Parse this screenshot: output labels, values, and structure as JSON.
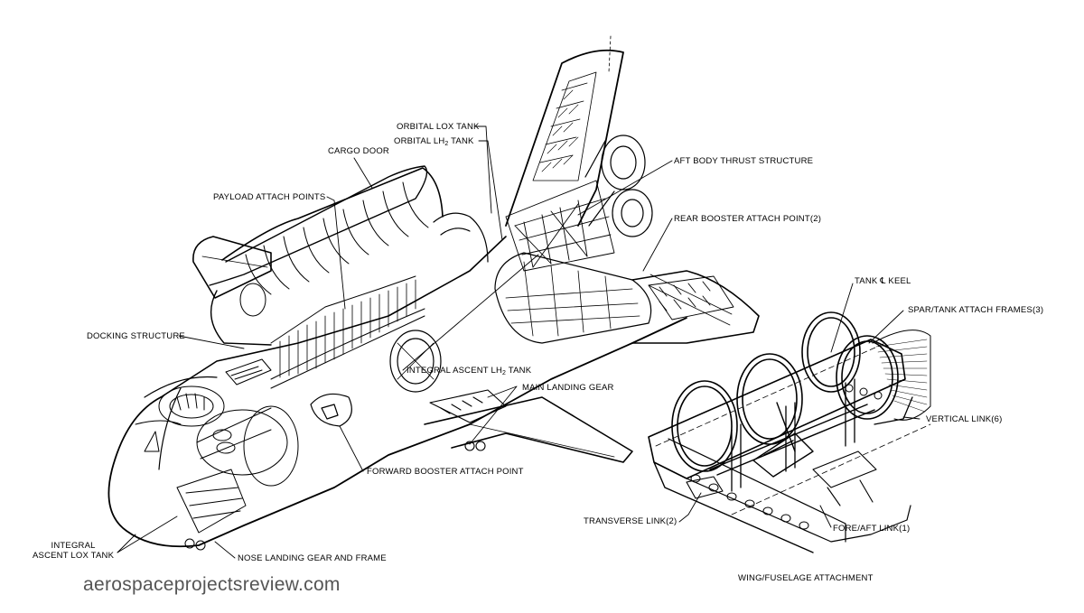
{
  "labels": {
    "cargo_door": "CARGO DOOR",
    "payload_attach_points": "PAYLOAD ATTACH POINTS",
    "orbital_lox_tank": "ORBITAL LOX TANK",
    "orbital_lh2_tank_pre": "ORBITAL LH",
    "orbital_lh2_tank_sub": "2",
    "orbital_lh2_tank_post": " TANK",
    "aft_body_thrust_structure": "AFT BODY THRUST STRUCTURE",
    "rear_booster_attach_point": "REAR BOOSTER ATTACH POINT(2)",
    "docking_structure": "DOCKING STRUCTURE",
    "integral_ascent_lh2_tank_pre": "INTEGRAL ASCENT LH",
    "integral_ascent_lh2_tank_sub": "2",
    "integral_ascent_lh2_tank_post": " TANK",
    "main_landing_gear": "MAIN LANDING GEAR",
    "forward_booster_attach_point": "FORWARD BOOSTER ATTACH POINT",
    "integral_ascent_lox_tank_line1": "INTEGRAL",
    "integral_ascent_lox_tank_line2": "ASCENT LOX TANK",
    "nose_landing_gear_and_frame": "NOSE LANDING GEAR AND FRAME",
    "tank_keel": "TANK ℄ KEEL",
    "spar_tank_attach_frames": "SPAR/TANK ATTACH FRAMES(3)",
    "vertical_link": "VERTICAL LINK(6)",
    "transverse_link": "TRANSVERSE LINK(2)",
    "fore_aft_link": "FORE/AFT LINK(1)"
  },
  "caption": "WING/FUSELAGE ATTACHMENT",
  "watermark": "aerospaceprojectsreview.com"
}
